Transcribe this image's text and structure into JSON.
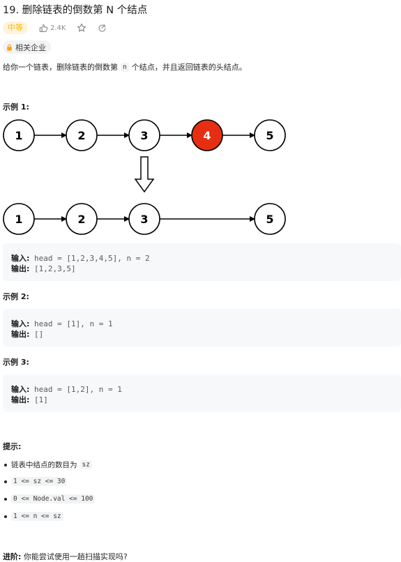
{
  "problem": {
    "title": "19. 删除链表的倒数第 N 个结点",
    "difficulty": "中等",
    "likes": "2.4K",
    "company_tag": "相关企业"
  },
  "description": {
    "before": "给你一个链表，删除链表的倒数第",
    "code": "n",
    "after": "个结点，并且返回链表的头结点。"
  },
  "examples": [
    {
      "heading": "示例 1:",
      "input_label": "输入:",
      "input": "head = [1,2,3,4,5], n = 2",
      "output_label": "输出:",
      "output": "[1,2,3,5]",
      "diagram": {
        "top_row": [
          "1",
          "2",
          "3",
          "4",
          "5"
        ],
        "highlight": "4",
        "bottom_row": [
          "1",
          "2",
          "3",
          "5"
        ],
        "highlight_color": "#e62e12"
      }
    },
    {
      "heading": "示例 2:",
      "input_label": "输入:",
      "input": "head = [1], n = 1",
      "output_label": "输出:",
      "output": "[]"
    },
    {
      "heading": "示例 3:",
      "input_label": "输入:",
      "input": "head = [1,2], n = 1",
      "output_label": "输出:",
      "output": "[1]"
    }
  ],
  "hints": {
    "heading": "提示:",
    "items": [
      {
        "text": "链表中结点的数目为",
        "code": "sz"
      },
      {
        "text": "",
        "code": "1 <= sz <= 30"
      },
      {
        "text": "",
        "code": "0 <= Node.val <= 100"
      },
      {
        "text": "",
        "code": "1 <= n <= sz"
      }
    ]
  },
  "followup": {
    "label": "进阶:",
    "text": "你能尝试使用一趟扫描实现吗?"
  },
  "colors": {
    "difficulty_text": "#ffb800",
    "difficulty_bg": "#fff3db",
    "example_bg": "#f7f8fa"
  },
  "icons": [
    "thumbs-up-icon",
    "star-icon",
    "share-icon",
    "lock-icon"
  ]
}
